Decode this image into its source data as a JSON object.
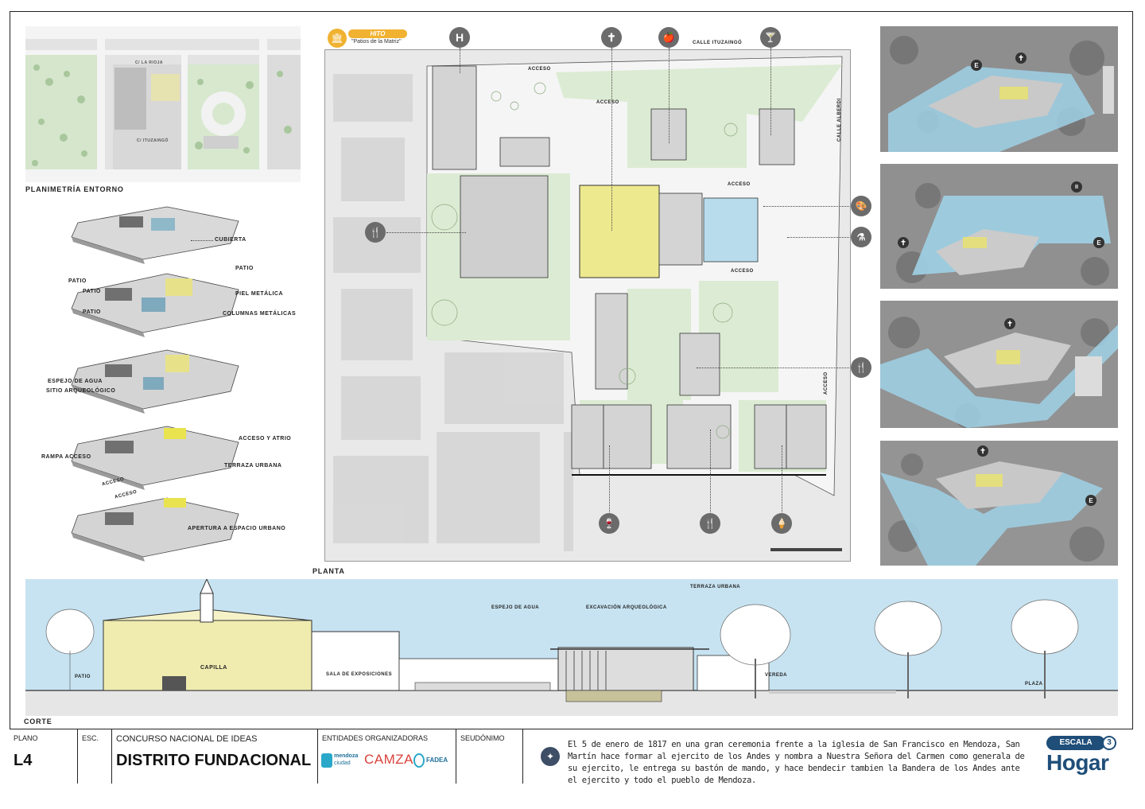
{
  "site_plan": {
    "title": "PLANIMETRÍA ENTORNO",
    "street_top": "C/ LA RIOJA",
    "street_mid": "C/ ITUZAINGÓ"
  },
  "axonometric": {
    "labels": {
      "cubierta": "CUBIERTA",
      "patio_right": "PATIO",
      "patio_left_1": "PATIO",
      "patio_left_2": "PATIO",
      "patio_left_3": "PATIO",
      "piel_metalica": "PIEL METÁLICA",
      "columnas": "COLUMNAS METÁLICAS",
      "espejo": "ESPEJO DE AGUA",
      "sitio": "SITIO ARQUEOLÓGICO",
      "acceso_atrio": "ACCESO Y ATRIO",
      "rampa": "RAMPA ACCESO",
      "terraza": "TERRAZA URBANA",
      "acceso_1": "ACCESO",
      "acceso_2": "ACCESO",
      "apertura": "APERTURA A ESPACIO URBANO"
    }
  },
  "plan": {
    "hito_title": "HITO",
    "hito_subtitle": "\"Patios de la Matriz\"",
    "street_top": "CALLE ITUZAINGÓ",
    "street_right": "CALLE ALBERDI",
    "acceso_1": "ACCESO",
    "acceso_2": "ACCESO",
    "acceso_3": "ACCESO",
    "acceso_4": "ACCESO",
    "acceso_5": "ACCESO",
    "label": "PLANTA",
    "icons": {
      "hospital": "H",
      "church": "✝",
      "food": "🍎",
      "bar": "🍸",
      "restaurant_left": "🍴",
      "art": "🎨",
      "craft": "⚗",
      "restaurant_right": "🍴",
      "wine": "🍷",
      "restaurant_bottom": "🍴",
      "icecream": "🍦"
    }
  },
  "aerial_markers": {
    "e": "E",
    "cross": "✝",
    "pause": "II"
  },
  "section": {
    "label": "CORTE",
    "capilla": "CAPILLA",
    "patio": "PATIO",
    "sala": "SALA DE EXPOSICIONES",
    "espejo": "ESPEJO DE AGUA",
    "excavacion": "EXCAVACIÓN ARQUEOLÓGICA",
    "terraza": "TERRAZA URBANA",
    "vereda": "VEREDA",
    "plaza": "PLAZA"
  },
  "title_block": {
    "plano_head": "PLANO",
    "plano_val": "L4",
    "esc_head": "ESC.",
    "concurso_head": "CONCURSO NACIONAL DE IDEAS",
    "concurso_val": "DISTRITO FUNDACIONAL",
    "entidades_head": "ENTIDADES ORGANIZADORAS",
    "logo_mendoza_1": "mendoza",
    "logo_mendoza_2": "ciudad",
    "logo_camza": "CAMZA",
    "logo_fadea": "FADEA",
    "seudonimo_head": "SEUDÓNIMO",
    "story": "El 5 de enero de 1817 en una gran ceremonia frente a la iglesia de San Francisco en Mendoza, San Martín hace formar al ejercito de los Andes y nombra a Nuestra Señora del Carmen como generala de su ejercito, le entrega su bastón de mando, y hace bendecir tambien la Bandera de los Andes ante el ejercito y todo el pueblo de Mendoza.",
    "brand_top": "ESCALA",
    "brand_num": "3",
    "brand_bottom": "Hogar"
  },
  "colors": {
    "green": "#d9ecd0",
    "yellow": "#ede98e",
    "water": "#b8dcec",
    "sky": "#c7e3f1",
    "icon": "#6b6b6b",
    "brand": "#1f4e79"
  }
}
